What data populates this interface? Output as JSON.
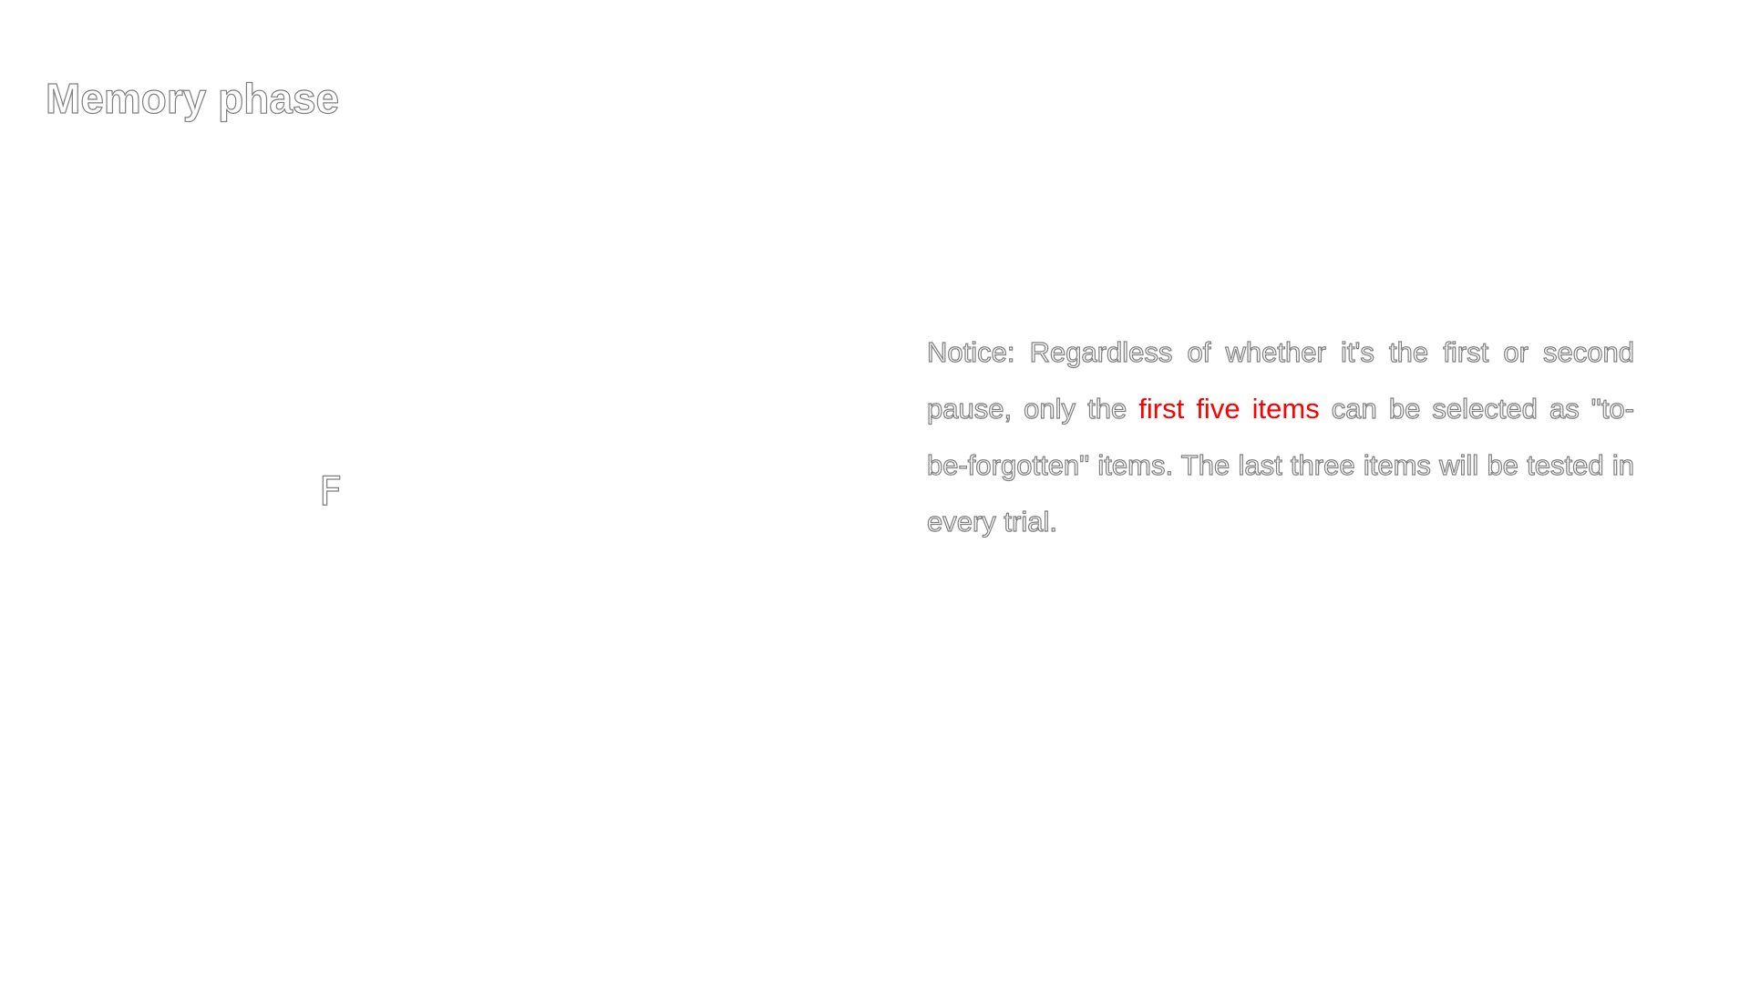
{
  "slide": {
    "title": "Memory phase",
    "stimulus_letter": "F",
    "notice": {
      "before_highlight": "Notice: Regardless of whether it's the first or second pause, only the ",
      "highlight": "first five items",
      "after_highlight": " can be selected as \"to-be-forgotten\" items. The last three items will be tested in every trial."
    }
  },
  "colors": {
    "text_fill": "#ffffff",
    "text_outline": "#7f7f7f",
    "highlight": "#ff0000",
    "background": "#ffffff"
  }
}
